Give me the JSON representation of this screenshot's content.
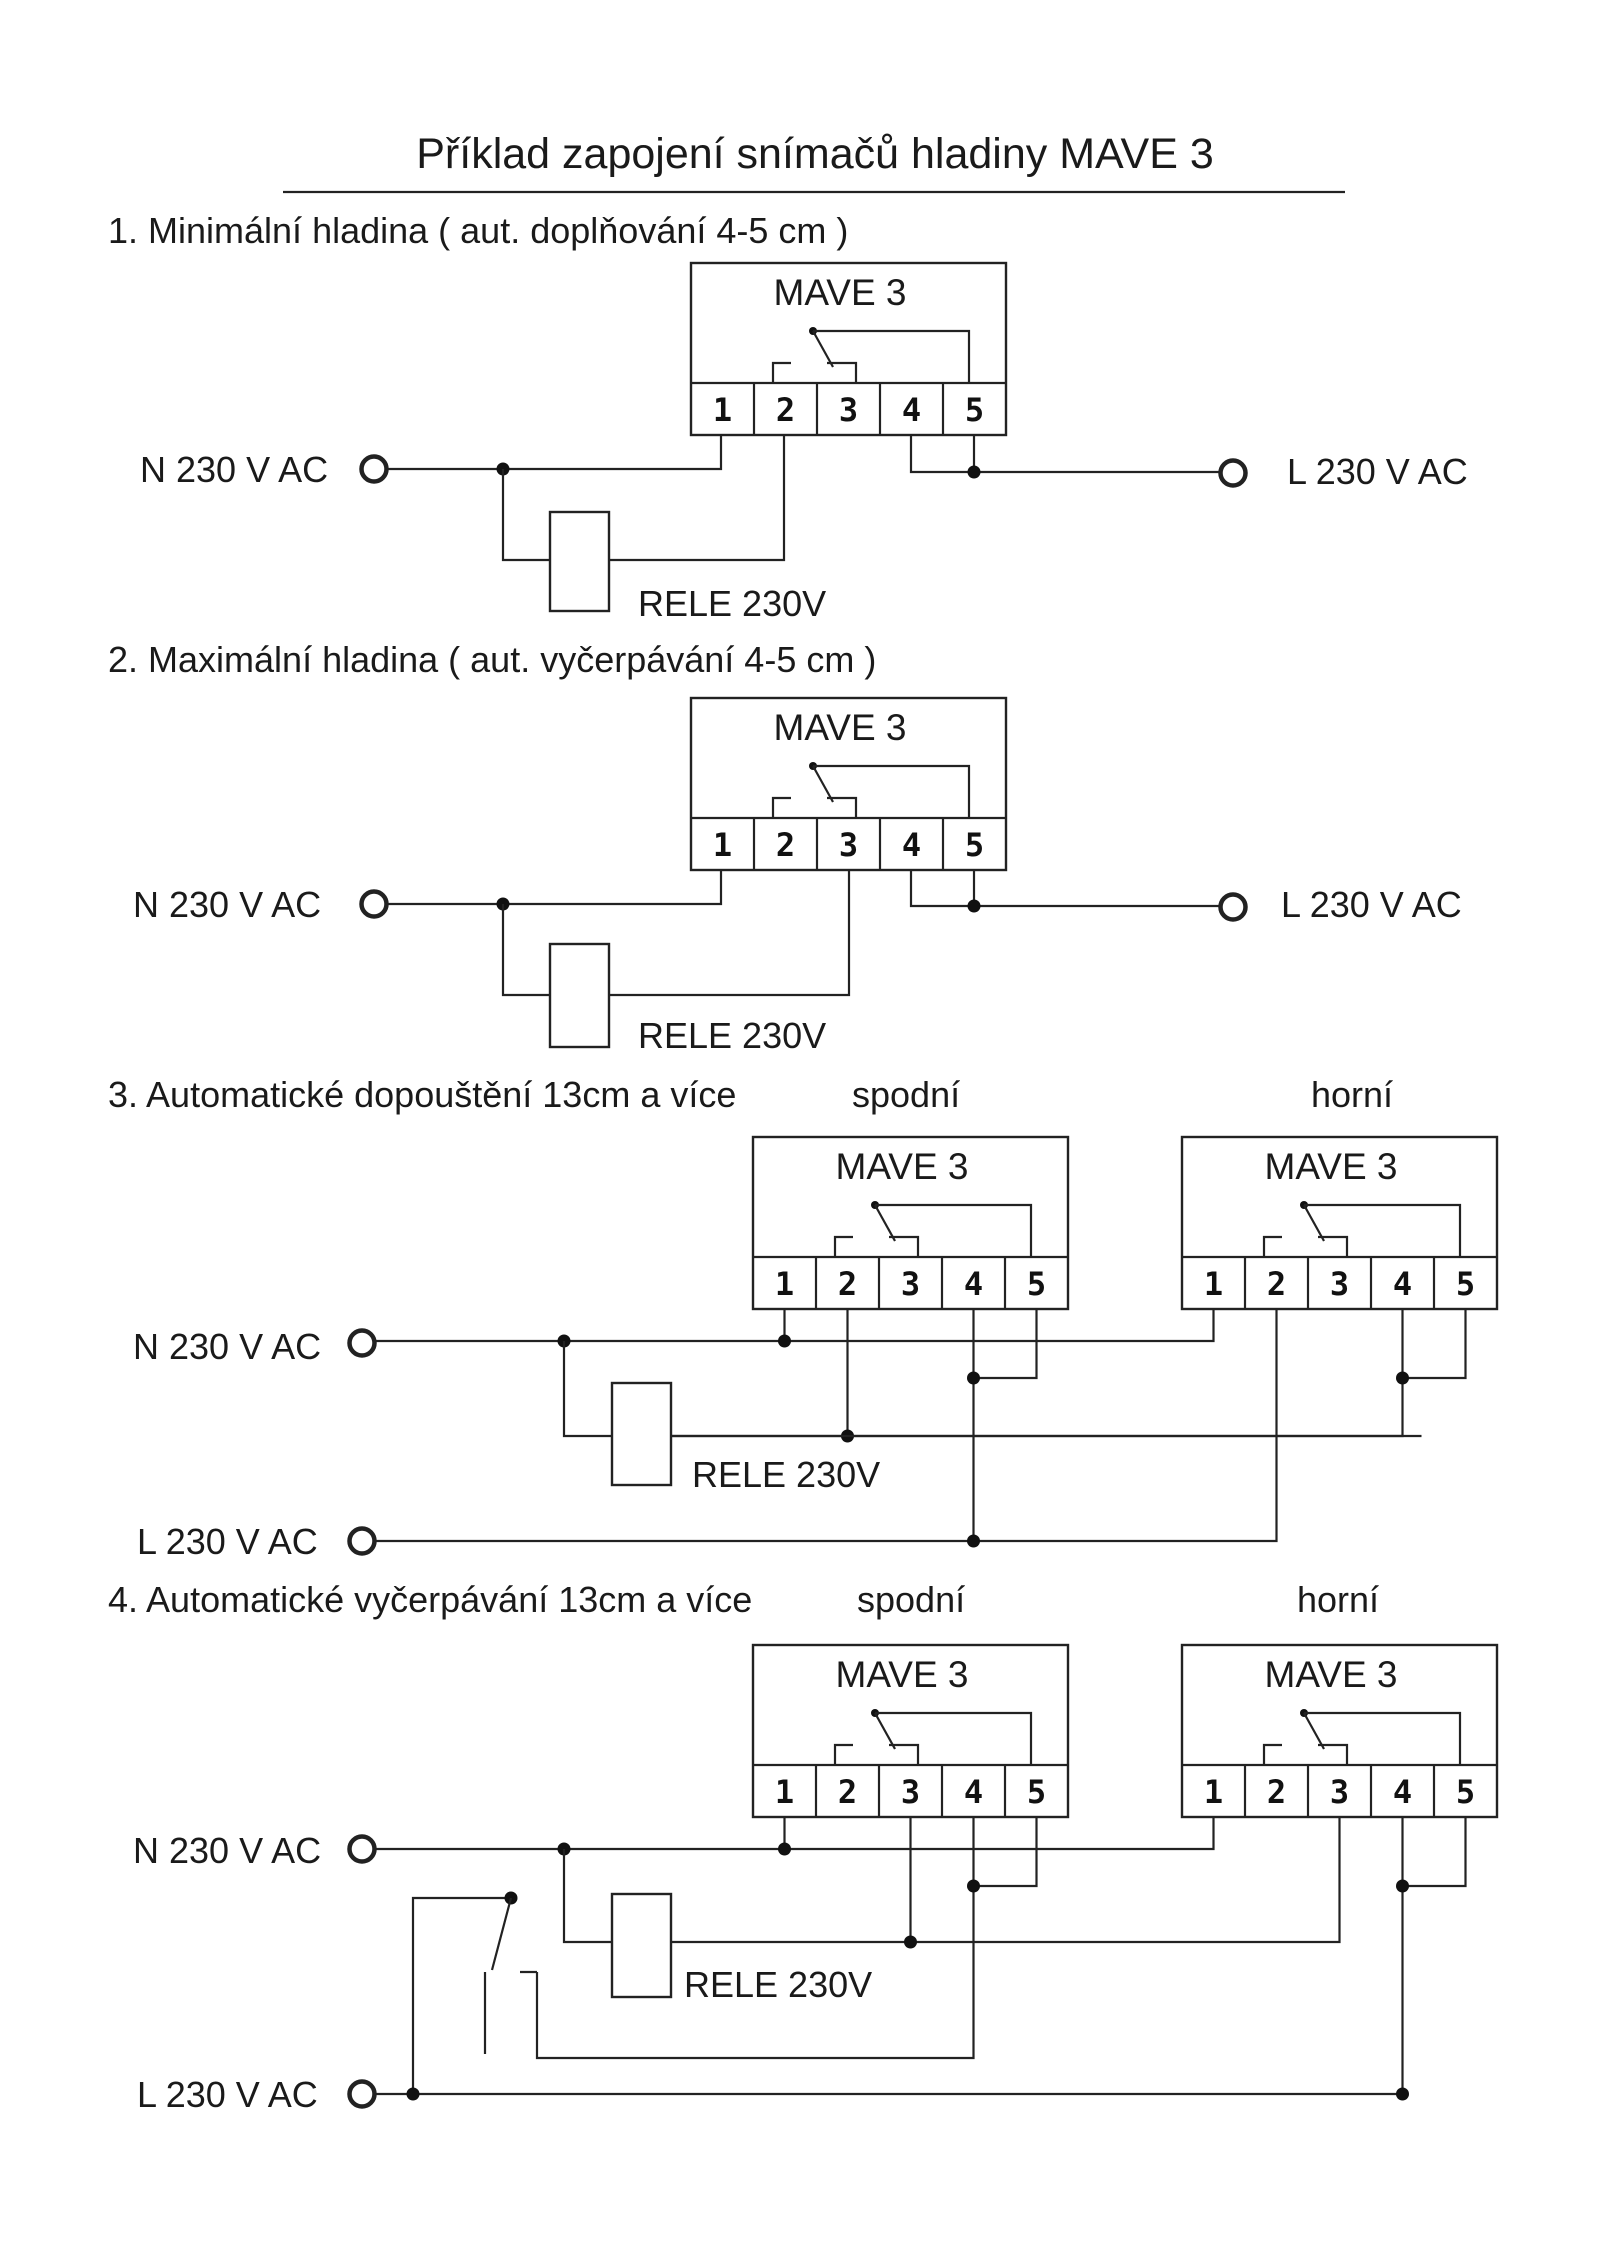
{
  "title": "Příklad zapojení snímačů hladiny MAVE 3",
  "common": {
    "device_name": "MAVE 3",
    "terminals": [
      "1",
      "2",
      "3",
      "4",
      "5"
    ],
    "n_label": "N 230 V AC",
    "l_label": "L 230 V AC",
    "relay_label": "RELE  230V",
    "lower_label": "spodní",
    "upper_label": "horní"
  },
  "sections": [
    {
      "heading": "1. Minimální hladina  ( aut. doplňování  4-5 cm )"
    },
    {
      "heading": "2. Maximální hladina  ( aut. vyčerpávání 4-5 cm )"
    },
    {
      "heading": "3. Automatické dopouštění 13cm a více"
    },
    {
      "heading": "4. Automatické vyčerpávání 13cm a více"
    }
  ]
}
